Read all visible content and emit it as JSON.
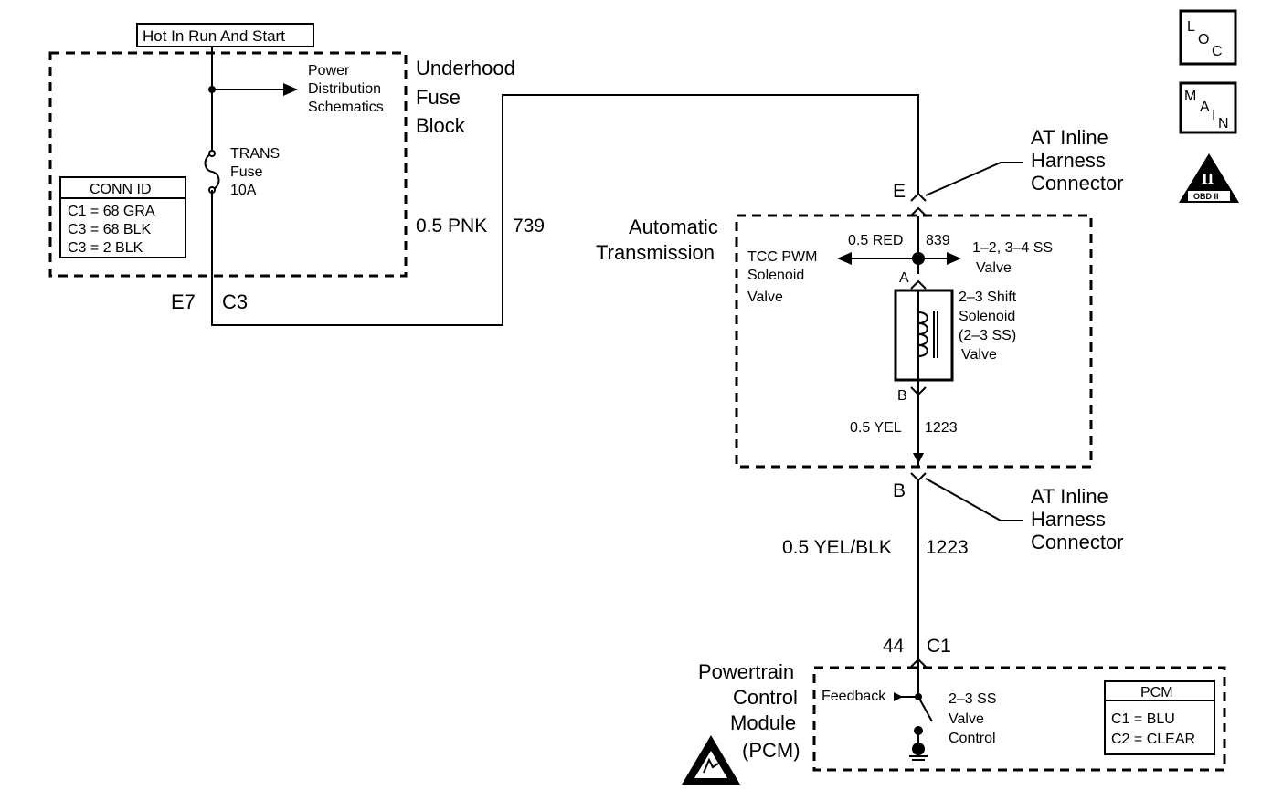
{
  "header_label": "Hot In Run And Start",
  "fuse_block": {
    "name": [
      "Underhood",
      "Fuse",
      "Block"
    ],
    "power_ref": [
      "Power",
      "Distribution",
      "Schematics"
    ],
    "fuse": [
      "TRANS",
      "Fuse",
      "10A"
    ],
    "conn_id": {
      "title": "CONN ID",
      "rows": [
        "C1 = 68 GRA",
        "C3 = 68 BLK",
        "C3 = 2 BLK"
      ]
    },
    "pin": "E7",
    "connector": "C3"
  },
  "wire_pnk": {
    "gauge_color": "0.5 PNK",
    "circuit": "739"
  },
  "inline_connector_top": {
    "pin": "E",
    "label": [
      "AT Inline",
      "Harness",
      "Connector"
    ]
  },
  "transmission": {
    "name": [
      "Automatic",
      "Transmission"
    ],
    "wire_red": {
      "gauge_color": "0.5 RED",
      "circuit": "839"
    },
    "tcc": [
      "TCC PWM",
      "Solenoid",
      "Valve"
    ],
    "ss_valve": [
      "1–2, 3–4 SS",
      "Valve"
    ],
    "pin_a": "A",
    "pin_b": "B",
    "shift_solenoid": [
      "2–3 Shift",
      "Solenoid",
      "(2–3 SS)",
      "Valve"
    ],
    "wire_yel": {
      "gauge_color": "0.5 YEL",
      "circuit": "1223"
    }
  },
  "inline_connector_bottom": {
    "pin": "B",
    "label": [
      "AT Inline",
      "Harness",
      "Connector"
    ]
  },
  "wire_yelblk": {
    "gauge_color": "0.5 YEL/BLK",
    "circuit": "1223"
  },
  "pcm": {
    "pin": "44",
    "connector": "C1",
    "name": [
      "Powertrain",
      "Control",
      "Module",
      "(PCM)"
    ],
    "feedback": "Feedback",
    "control": [
      "2–3 SS",
      "Valve",
      "Control"
    ],
    "table": {
      "title": "PCM",
      "rows": [
        "C1 = BLU",
        "C2 = CLEAR"
      ]
    }
  },
  "icons": {
    "loc": [
      "L",
      "O",
      "C"
    ],
    "main": [
      "M",
      "A",
      "I",
      "N"
    ],
    "obd": {
      "numeral": "II",
      "caption": "OBD II"
    }
  }
}
